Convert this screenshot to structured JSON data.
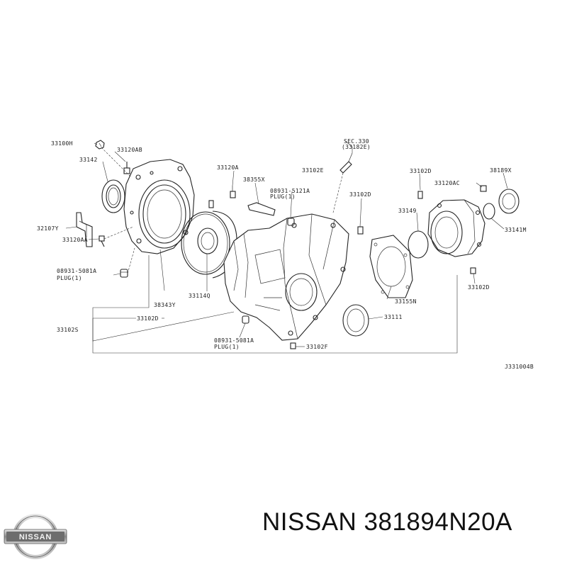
{
  "parts": {
    "p33100H": "33100H",
    "p33120AB": "33120AB",
    "p33142": "33142",
    "p32107Y": "32107Y",
    "p33120AA": "33120AA",
    "plugL_code": "08931-5081A",
    "plugL_label": "PLUG(1)",
    "p33120A": "33120A",
    "p38355X": "38355X",
    "plugT_code": "08931-5121A",
    "plugT_label": "PLUG(1)",
    "sec_ref": "SEC.330",
    "sec_sub": "(33182E)",
    "p33102E": "33102E",
    "p33102D_center": "33102D",
    "p33102D_topright": "33102D",
    "p33120AC": "33120AC",
    "p38189X": "38189X",
    "p33149": "33149",
    "p33141M": "33141M",
    "p38343Y": "38343Y",
    "p33114Q": "33114Q",
    "p33102D_lower": "33102D",
    "p33102S": "33102S",
    "plugB_code": "08931-5081A",
    "plugB_label": "PLUG(1)",
    "p33102F": "33102F",
    "p33111": "33111",
    "p33155N": "33155N",
    "p33102D_right": "33102D",
    "diagram_id": "J331004B"
  },
  "footer": {
    "brand_logo_text": "NISSAN",
    "title": "NISSAN 381894N20A"
  }
}
